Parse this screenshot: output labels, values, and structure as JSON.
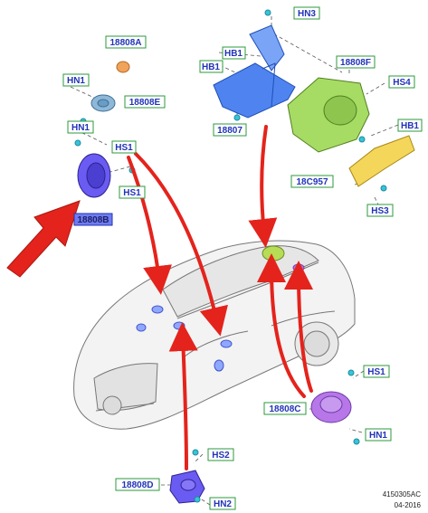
{
  "colors": {
    "arrow": "#e4231c",
    "green_label_border": "#2e9a3c",
    "blue_label_border": "#2133b8",
    "blue_label_fill": "#6f7cf0",
    "bracket_blue": "#4f84f0",
    "housing_green": "#a7dc64",
    "bracket_yellow": "#f4d75a",
    "speaker_violet": "#6a5bf2",
    "speaker_purple": "#b777e8",
    "speaker_orange": "#f0a35b",
    "speaker_teal": "#8fb8d8",
    "fastener": "#36c4d8"
  },
  "labels": {
    "hn3": "HN3",
    "part_18808a": "18808A",
    "hb1_top": "HB1",
    "part_18808f": "18808F",
    "hb1_left": "HB1",
    "hn1_a": "HN1",
    "part_18808e": "18808E",
    "hs4": "HS4",
    "part_18807": "18807",
    "hn1_b": "HN1",
    "hs1_a": "HS1",
    "hb1_right": "HB1",
    "part_18c957": "18C957",
    "hs1_b": "HS1",
    "part_18808b": "18808B",
    "hs3": "HS3",
    "hs1_c": "HS1",
    "part_18808c": "18808C",
    "hn1_c": "HN1",
    "hs2": "HS2",
    "part_18808d": "18808D",
    "hn2": "HN2"
  },
  "footer": {
    "code": "4150305AC",
    "date": "04-2016"
  }
}
